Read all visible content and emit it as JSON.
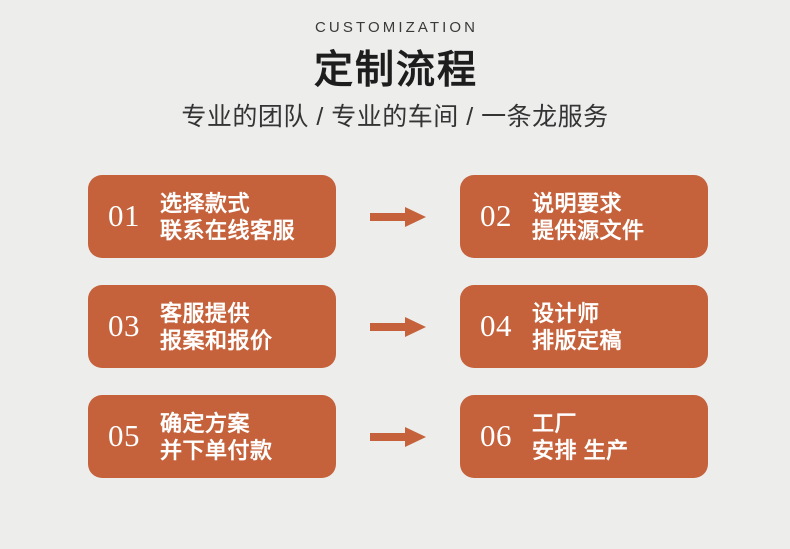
{
  "colors": {
    "background": "#ededec",
    "card": "#c5623b",
    "arrow": "#c5623b",
    "card_text": "#ffffff",
    "title": "#1d1d1d",
    "eyebrow": "#3a3a3a",
    "subtitle": "#343434"
  },
  "header": {
    "eyebrow": "CUSTOMIZATION",
    "title": "定制流程",
    "subtitle": "专业的团队 / 专业的车间 / 一条龙服务"
  },
  "steps": [
    {
      "number": "01",
      "line1": "选择款式",
      "line2": "联系在线客服"
    },
    {
      "number": "02",
      "line1": "说明要求",
      "line2": "提供源文件"
    },
    {
      "number": "03",
      "line1": "客服提供",
      "line2": "报案和报价"
    },
    {
      "number": "04",
      "line1": "设计师",
      "line2": "排版定稿"
    },
    {
      "number": "05",
      "line1": "确定方案",
      "line2": "并下单付款"
    },
    {
      "number": "06",
      "line1": "工厂",
      "line2": "安排 生产"
    }
  ],
  "arrows": [
    {
      "name": "arrow-step-01-to-02"
    },
    {
      "name": "arrow-step-03-to-04"
    },
    {
      "name": "arrow-step-05-to-06"
    }
  ]
}
